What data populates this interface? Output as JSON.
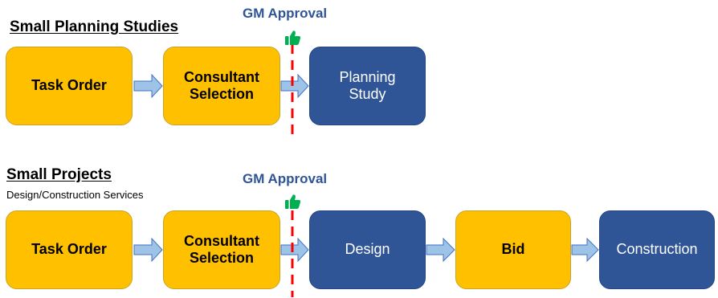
{
  "sections": [
    {
      "title": "Small Planning Studies",
      "approval_label": "GM Approval",
      "steps": [
        {
          "label": "Task Order",
          "style": "gold"
        },
        {
          "label": "Consultant\nSelection",
          "style": "gold"
        },
        {
          "label": "Planning\nStudy",
          "style": "blue"
        }
      ]
    },
    {
      "title": "Small Projects",
      "subtitle": "Design/Construction Services",
      "approval_label": "GM Approval",
      "steps": [
        {
          "label": "Task Order",
          "style": "gold"
        },
        {
          "label": "Consultant\nSelection",
          "style": "gold"
        },
        {
          "label": "Design",
          "style": "blue"
        },
        {
          "label": "Bid",
          "style": "gold"
        },
        {
          "label": "Construction",
          "style": "blue"
        }
      ]
    }
  ],
  "icons": {
    "approval": "thumbs-up-icon"
  },
  "colors": {
    "gold": "#ffc000",
    "blue": "#2f5597",
    "arrow_fill": "#9dc3e6",
    "arrow_stroke": "#4472c4",
    "approval_line": "#ff0000",
    "thumbs_up": "#00b050"
  }
}
